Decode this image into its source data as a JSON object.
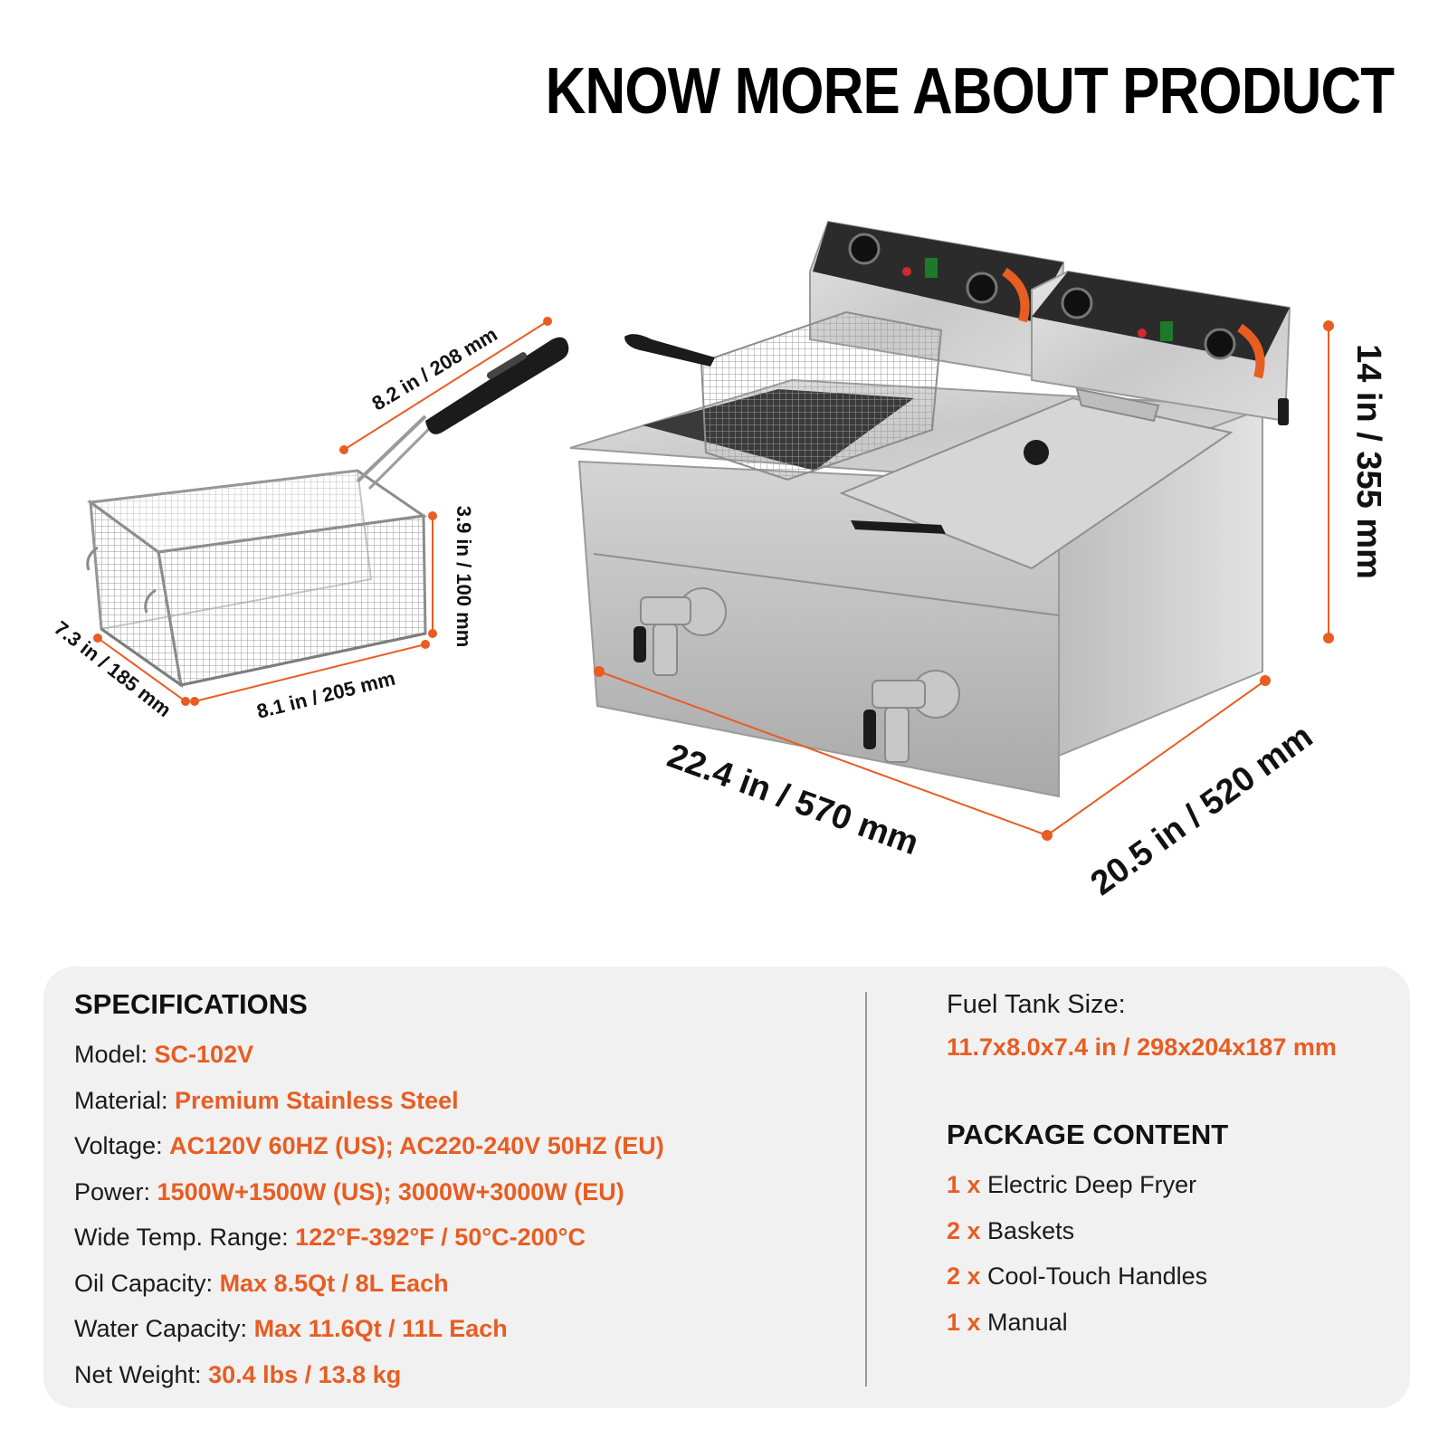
{
  "title": "KNOW MORE ABOUT PRODUCT",
  "colors": {
    "accent": "#e85d22",
    "panel_bg": "#f1f1f1",
    "text": "#111111"
  },
  "dimensions": {
    "basket_handle": "8.2 in / 208 mm",
    "basket_height": "3.9 in / 100 mm",
    "basket_depth": "7.3 in / 185 mm",
    "basket_width": "8.1 in / 205 mm",
    "fryer_height": "14 in / 355 mm",
    "fryer_width": "22.4 in / 570 mm",
    "fryer_depth": "20.5 in / 520 mm"
  },
  "specs": {
    "heading": "SPECIFICATIONS",
    "items": [
      {
        "label": "Model: ",
        "value": "SC-102V"
      },
      {
        "label": "Material: ",
        "value": "Premium Stainless Steel"
      },
      {
        "label": "Voltage: ",
        "value": "AC120V 60HZ (US); AC220-240V 50HZ (EU)"
      },
      {
        "label": "Power: ",
        "value": "1500W+1500W (US); 3000W+3000W (EU)"
      },
      {
        "label": "Wide Temp. Range: ",
        "value": "122°F-392°F / 50°C-200°C"
      },
      {
        "label": "Oil Capacity: ",
        "value": "Max 8.5Qt / 8L Each"
      },
      {
        "label": "Water Capacity: ",
        "value": "Max 11.6Qt / 11L Each"
      },
      {
        "label": "Net Weight: ",
        "value": "30.4 lbs / 13.8 kg"
      }
    ]
  },
  "tank": {
    "label": "Fuel Tank Size:",
    "value": "11.7x8.0x7.4 in / 298x204x187 mm"
  },
  "package": {
    "heading": "PACKAGE CONTENT",
    "items": [
      {
        "qty": "1 x ",
        "name": "Electric Deep Fryer"
      },
      {
        "qty": "2 x ",
        "name": "Baskets"
      },
      {
        "qty": "2 x ",
        "name": "Cool-Touch Handles"
      },
      {
        "qty": "1 x ",
        "name": "Manual"
      }
    ]
  }
}
